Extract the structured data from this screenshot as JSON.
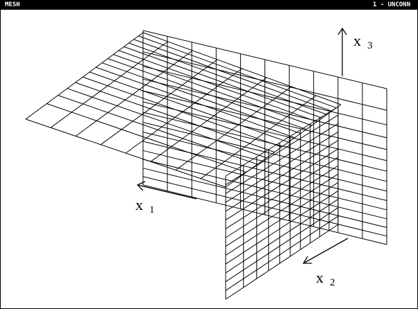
{
  "window": {
    "title": "MESH",
    "status": "1 - UNCONN"
  },
  "axes": [
    {
      "id": "x1",
      "letter": "x",
      "subscript": "1"
    },
    {
      "id": "x2",
      "letter": "x",
      "subscript": "2"
    },
    {
      "id": "x3",
      "letter": "x",
      "subscript": "3"
    }
  ]
}
